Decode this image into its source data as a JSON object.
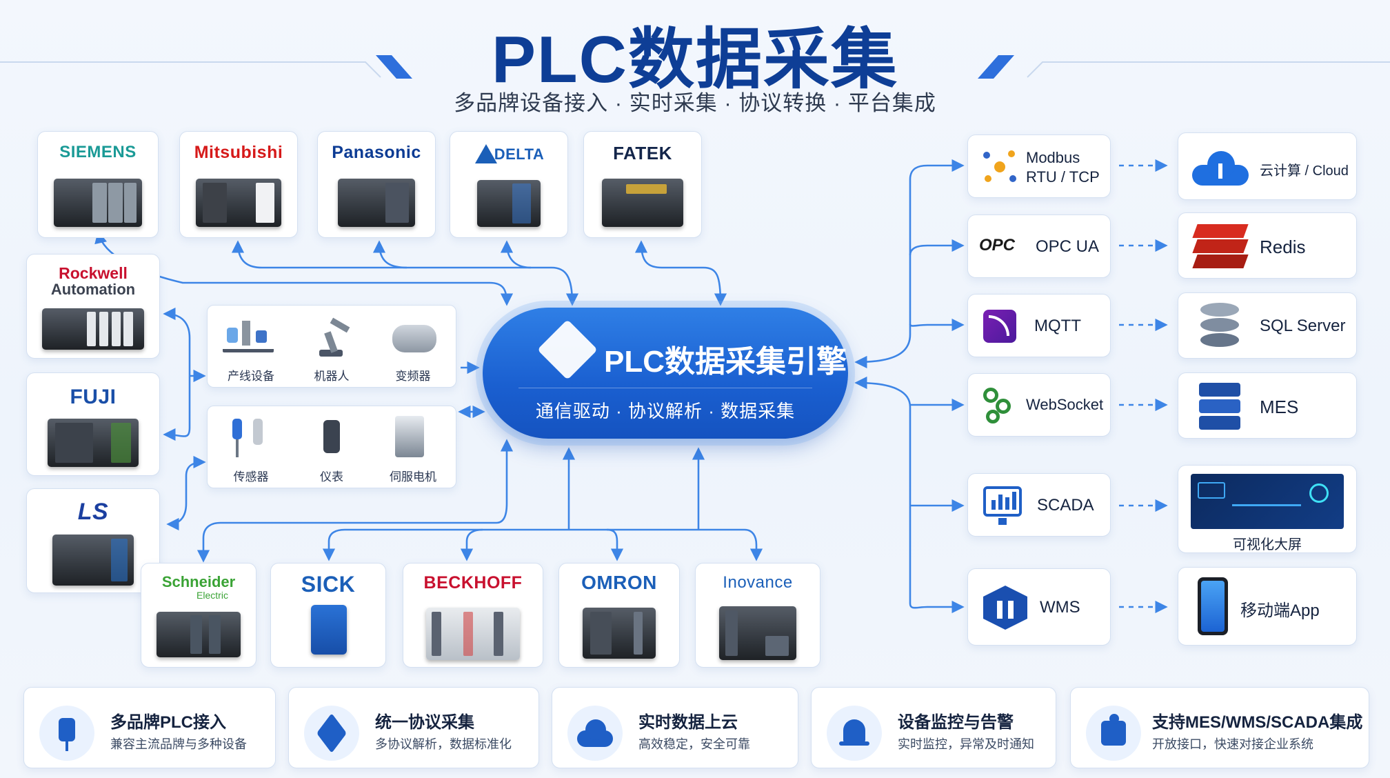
{
  "header": {
    "title": "PLC数据采集",
    "subtitle": "多品牌设备接入 · 实时采集 · 协议转换 · 平台集成"
  },
  "engine": {
    "title": "PLC数据采集引擎",
    "subtitle": "通信驱动 · 协议解析 · 数据采集"
  },
  "brands": {
    "siemens": "SIEMENS",
    "mitsubishi": "Mitsubishi",
    "panasonic": "Panasonic",
    "delta": "DELTA",
    "fatek": "FATEK",
    "rockwell_1": "Rockwell",
    "rockwell_2": "Automation",
    "fuji": "FUJI",
    "ls": "LS",
    "schneider_1": "Schneider",
    "schneider_2": "Electric",
    "sick": "SICK",
    "beckhoff": "BECKHOFF",
    "omron": "OMRON",
    "inovance": "Inovance"
  },
  "devices": [
    "产线设备",
    "机器人",
    "变频器",
    "传感器",
    "仪表",
    "伺服电机"
  ],
  "protocols": [
    {
      "line1": "Modbus",
      "line2": "RTU / TCP",
      "icon": "modbus-icon"
    },
    {
      "label": "OPC UA",
      "badge": "OPC",
      "icon": "opc-icon"
    },
    {
      "label": "MQTT",
      "icon": "mqtt-icon"
    },
    {
      "label": "WebSocket",
      "icon": "websocket-icon"
    },
    {
      "label": "SCADA",
      "icon": "scada-icon"
    },
    {
      "label": "WMS",
      "icon": "wms-icon"
    }
  ],
  "sinks": [
    {
      "label": "云计算 / Cloud",
      "icon": "cloud-icon"
    },
    {
      "label": "Redis",
      "icon": "redis-icon"
    },
    {
      "label": "SQL Server",
      "icon": "database-icon"
    },
    {
      "label": "MES",
      "icon": "server-icon"
    },
    {
      "label": "可视化大屏",
      "icon": "dashboard-icon"
    },
    {
      "label": "移动端App",
      "icon": "phone-icon"
    }
  ],
  "features": [
    {
      "title": "多品牌PLC接入",
      "desc": "兼容主流品牌与多种设备",
      "icon": "plug-icon"
    },
    {
      "title": "统一协议采集",
      "desc": "多协议解析，数据标准化",
      "icon": "layers-icon"
    },
    {
      "title": "实时数据上云",
      "desc": "高效稳定，安全可靠",
      "icon": "cloud-upload-icon"
    },
    {
      "title": "设备监控与告警",
      "desc": "实时监控，异常及时通知",
      "icon": "bell-icon"
    },
    {
      "title": "支持MES/WMS/SCADA集成",
      "desc": "开放接口，快速对接企业系统",
      "icon": "puzzle-icon"
    }
  ],
  "colors": {
    "accent": "#1a5fd0",
    "title": "#0e3e96",
    "wire": "#3d85e6",
    "siemens": "#1a9a96",
    "mitsubishi": "#d61a1a",
    "panasonic": "#0d3c94",
    "rockwell": "#c8102e",
    "beckhoff": "#c8102e",
    "schneider": "#3aa335"
  }
}
